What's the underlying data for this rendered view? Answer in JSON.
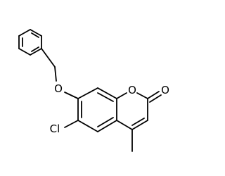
{
  "molecule": {
    "atoms": {
      "ether_oxygen": "O",
      "ring_oxygen": "O",
      "carbonyl_oxygen": "O",
      "chlorine": "Cl"
    },
    "substituents": {
      "methyl": "methyl-group-line"
    },
    "colors": {
      "bonds": "#000000",
      "labels": "#000000",
      "background": "#ffffff"
    }
  }
}
